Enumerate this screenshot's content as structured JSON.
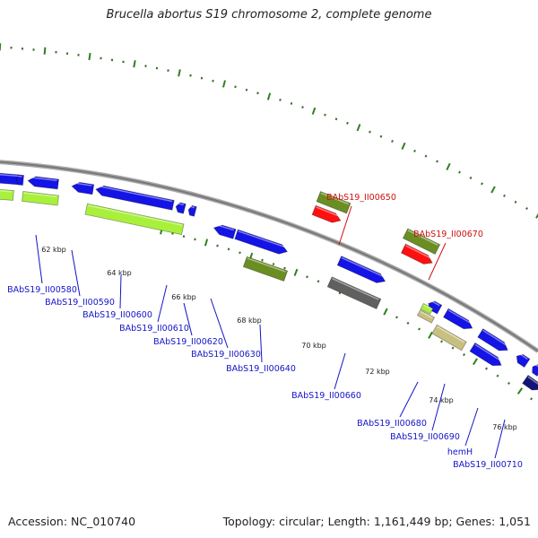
{
  "title": "Brucella abortus S19 chromosome 2, complete genome",
  "footer": {
    "accession": "Accession: NC_010740",
    "topology": "Topology: circular; Length: 1,161,449 bp; Genes: 1,051"
  },
  "colors": {
    "backbone": "#888888",
    "ticks_major": "#2e8b2e",
    "blue_gene": "#1414e6",
    "lightgreen_gene": "#a8f03c",
    "olive_gene": "#6b8e23",
    "red_gene": "#ff1010",
    "gray_gene": "#606060",
    "tan_gene": "#c8c080",
    "navy_gene": "#141478",
    "label_blue": "#1414c8",
    "label_red": "#d01010"
  },
  "kbp_labels": [
    "62 kbp",
    "64 kbp",
    "66 kbp",
    "68 kbp",
    "70 kbp",
    "72 kbp",
    "74 kbp",
    "76 kbp"
  ],
  "gene_labels": [
    {
      "text": "BAbS19_II00580",
      "color": "blue"
    },
    {
      "text": "BAbS19_II00590",
      "color": "blue"
    },
    {
      "text": "BAbS19_II00600",
      "color": "blue"
    },
    {
      "text": "BAbS19_II00610",
      "color": "blue"
    },
    {
      "text": "BAbS19_II00620",
      "color": "blue"
    },
    {
      "text": "BAbS19_II00630",
      "color": "blue"
    },
    {
      "text": "BAbS19_II00640",
      "color": "blue"
    },
    {
      "text": "BAbS19_II00650",
      "color": "red"
    },
    {
      "text": "BAbS19_II00660",
      "color": "blue"
    },
    {
      "text": "BAbS19_II00670",
      "color": "red"
    },
    {
      "text": "BAbS19_II00680",
      "color": "blue"
    },
    {
      "text": "BAbS19_II00690",
      "color": "blue"
    },
    {
      "text": "hemH",
      "color": "blue"
    },
    {
      "text": "BAbS19_II00710",
      "color": "blue"
    }
  ]
}
